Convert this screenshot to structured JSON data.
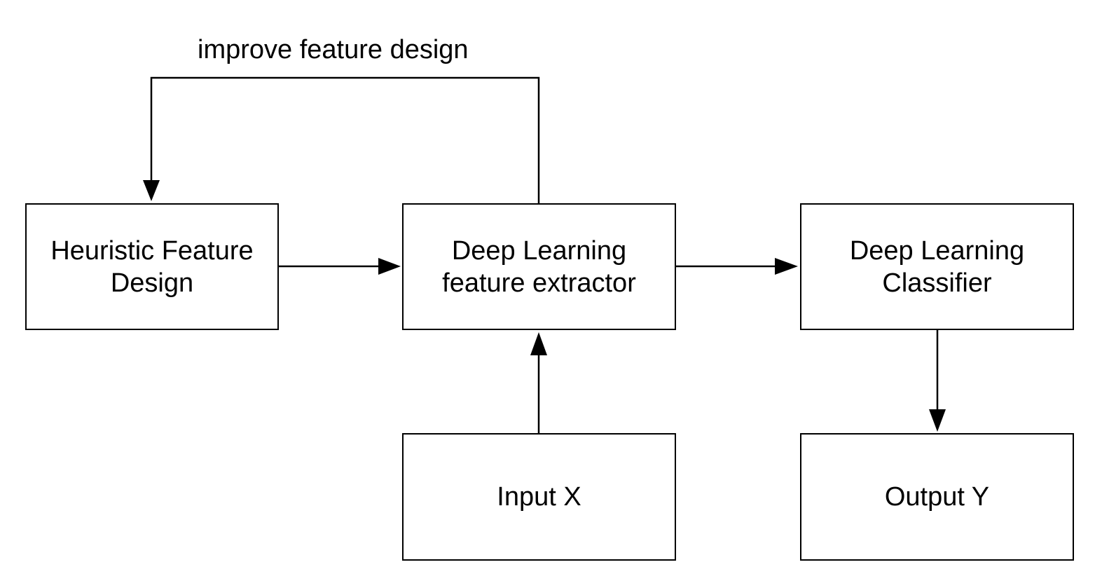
{
  "feedback_label": "improve feature design",
  "nodes": {
    "heuristic": {
      "label": "Heuristic Feature\nDesign"
    },
    "extractor": {
      "label": "Deep Learning\nfeature extractor"
    },
    "classifier": {
      "label": "Deep Learning\nClassifier"
    },
    "input": {
      "label": "Input X"
    },
    "output": {
      "label": "Output Y"
    }
  },
  "edges": [
    {
      "from": "heuristic",
      "to": "extractor"
    },
    {
      "from": "extractor",
      "to": "classifier"
    },
    {
      "from": "input",
      "to": "extractor"
    },
    {
      "from": "classifier",
      "to": "output"
    },
    {
      "from": "extractor",
      "to": "heuristic",
      "label": "improve feature design"
    }
  ],
  "colors": {
    "stroke": "#000000",
    "background": "#ffffff"
  }
}
